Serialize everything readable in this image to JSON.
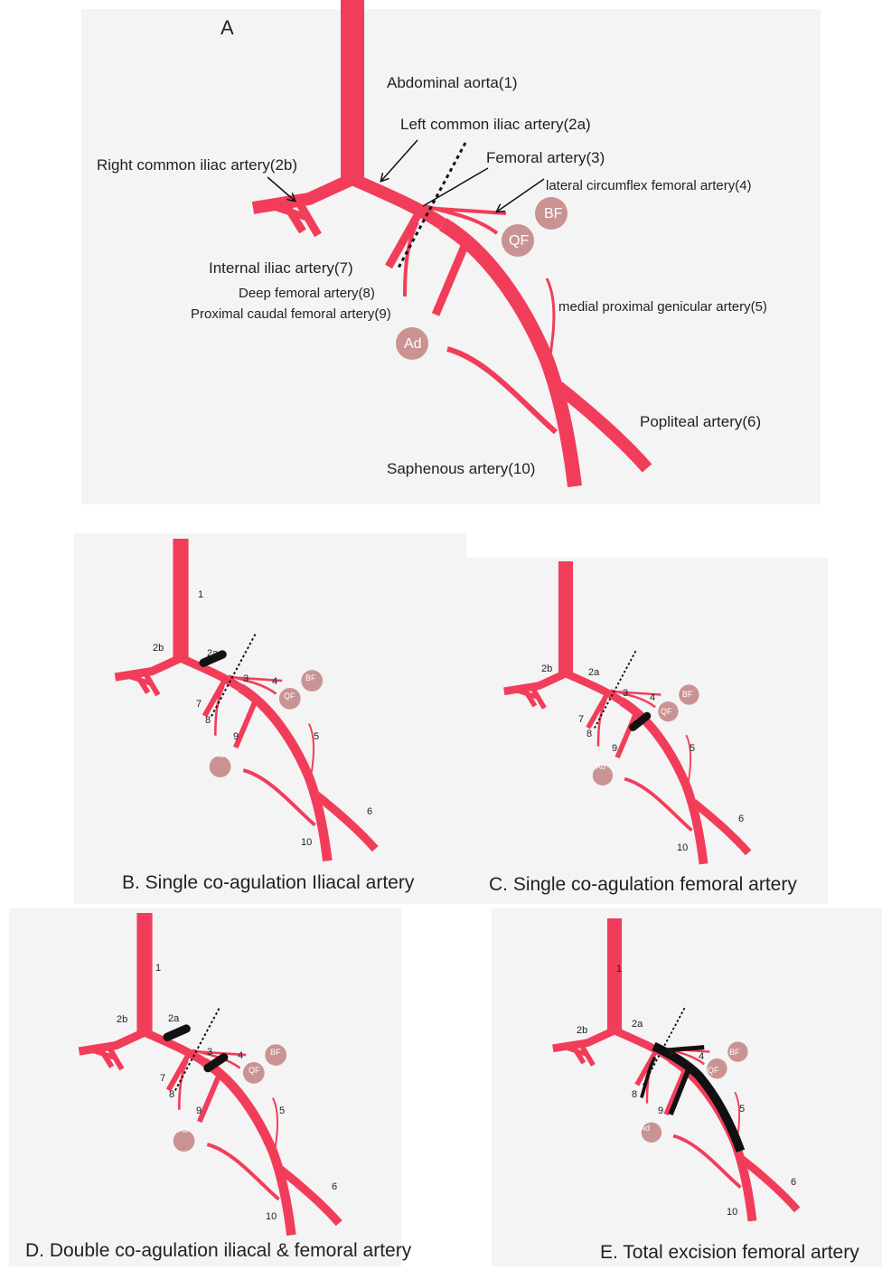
{
  "colors": {
    "artery": "#f23d5a",
    "muscle": "#c99393",
    "coag": "#111111",
    "panel": "#f4f4f4"
  },
  "panel_a": {
    "letter": "A",
    "labels": {
      "aorta": "Abdominal aorta(1)",
      "left_iliac": "Left common iliac artery(2a)",
      "right_iliac": "Right common iliac artery(2b)",
      "femoral": "Femoral artery(3)",
      "lcfa": "lateral circumflex femoral artery(4)",
      "internal_iliac": "Internal iliac artery(7)",
      "deep_femoral": "Deep femoral artery(8)",
      "prox_caudal": "Proximal caudal femoral artery(9)",
      "genicular": "medial proximal genicular artery(5)",
      "popliteal": "Popliteal artery(6)",
      "saphenous": "Saphenous artery(10)"
    },
    "muscles": {
      "bf": "BF",
      "qf": "QF",
      "ad": "Ad"
    }
  },
  "numbers": {
    "n1": "1",
    "n2a": "2a",
    "n2b": "2b",
    "n3": "3",
    "n4": "4",
    "n5": "5",
    "n6": "6",
    "n7": "7",
    "n8": "8",
    "n9": "9",
    "n10": "10"
  },
  "captions": {
    "b": "B. Single co-agulation Iliacal artery",
    "c": "C. Single co-agulation femoral artery",
    "d": "D. Double co-agulation iliacal & femoral artery",
    "e": "E. Total excision femoral artery"
  }
}
